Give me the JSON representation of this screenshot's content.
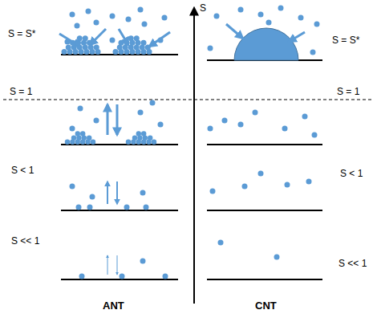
{
  "diagram": {
    "labels": [
      "S",
      "S = S*",
      "S = S*",
      "S = 1",
      "S = 1",
      "S < 1",
      "S < 1",
      "S << 1",
      "S << 1",
      "ANT",
      "CNT"
    ]
  }
}
